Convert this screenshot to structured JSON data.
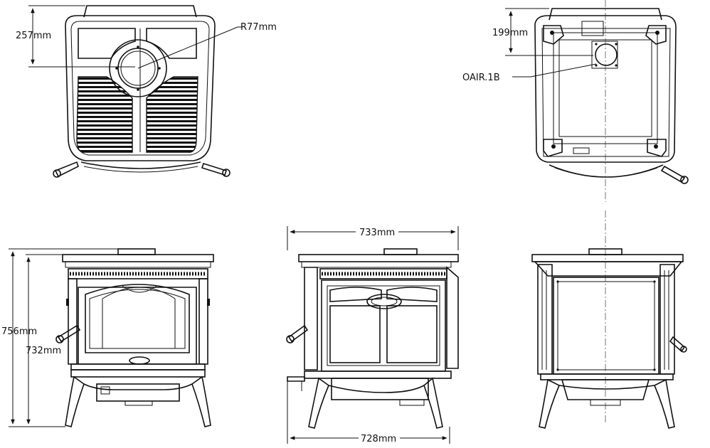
{
  "views": {
    "top": {
      "depth_label": "257mm",
      "flue_label": "R77mm"
    },
    "bottom": {
      "depth_label": "199mm",
      "air_label": "OAIR.1B"
    },
    "front": {
      "height_label": "756mm",
      "inner_height_label": "732mm"
    },
    "side": {
      "top_width_label": "733mm",
      "base_width_label": "728mm"
    },
    "back": {}
  }
}
